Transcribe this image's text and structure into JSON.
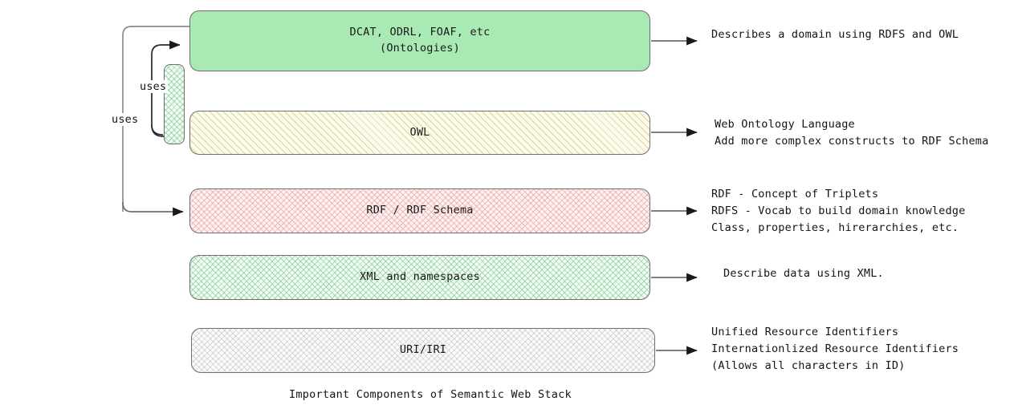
{
  "diagram": {
    "caption": "Important Components of Semantic Web Stack",
    "layers": [
      {
        "id": "ontologies",
        "label": "DCAT, ODRL, FOAF, etc\n(Ontologies)",
        "fill_style": "solid-green",
        "fill_color": "#a8e9b4",
        "note": "Describes a domain using RDFS and OWL"
      },
      {
        "id": "owl",
        "label": "OWL",
        "fill_style": "hatch-yellow",
        "fill_color": "#fbfaef",
        "note": "Web Ontology Language\nAdd more complex constructs to RDF Schema"
      },
      {
        "id": "rdf",
        "label": "RDF / RDF Schema",
        "fill_style": "cross-pink",
        "fill_color": "#fdf1f1",
        "note": "RDF - Concept of Triplets\nRDFS - Vocab to build domain knowledge\nClass, properties, hirerarchies, etc."
      },
      {
        "id": "xml",
        "label": "XML and namespaces",
        "fill_style": "cross-green",
        "fill_color": "#f3fbf4",
        "note": "Describe data using XML."
      },
      {
        "id": "uri",
        "label": "URI/IRI",
        "fill_style": "cross-gray",
        "fill_color": "#fbfbfb",
        "note": "Unified Resource Identifiers\nInternationlized Resource Identifiers\n(Allows all characters in ID)"
      }
    ],
    "connector_box": {
      "id": "connector-bar",
      "label": "",
      "fill_style": "cross-green"
    },
    "edges": [
      {
        "id": "uses-inner",
        "label": "uses"
      },
      {
        "id": "uses-outer",
        "label": "uses"
      }
    ],
    "colors": {
      "stroke": "#6e6e6e",
      "arrow": "#1a1a1a",
      "line": "#6e6e6e",
      "text": "#141414"
    }
  }
}
